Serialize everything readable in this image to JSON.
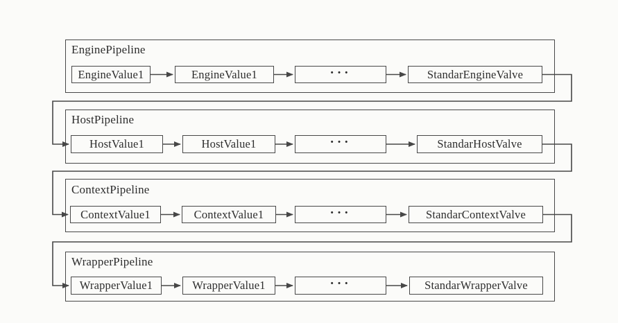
{
  "figure": {
    "type": "pipeline-valve-diagram",
    "background_color": "#fbfbf9",
    "line_color": "#474747",
    "text_color": "#2d2d2d",
    "dots_symbol": "···",
    "pipelines": [
      {
        "title": "EnginePipeline",
        "valves": [
          "EngineValue1",
          "EngineValue1",
          "···",
          "StandarEngineValve"
        ]
      },
      {
        "title": "HostPipeline",
        "valves": [
          "HostValue1",
          "HostValue1",
          "···",
          "StandarHostValve"
        ]
      },
      {
        "title": "ContextPipeline",
        "valves": [
          "ContextValue1",
          "ContextValue1",
          "···",
          "StandarContextValve"
        ]
      },
      {
        "title": "WrapperPipeline",
        "valves": [
          "WrapperValue1",
          "WrapperValue1",
          "···",
          "StandarWrapperValve"
        ]
      }
    ]
  }
}
